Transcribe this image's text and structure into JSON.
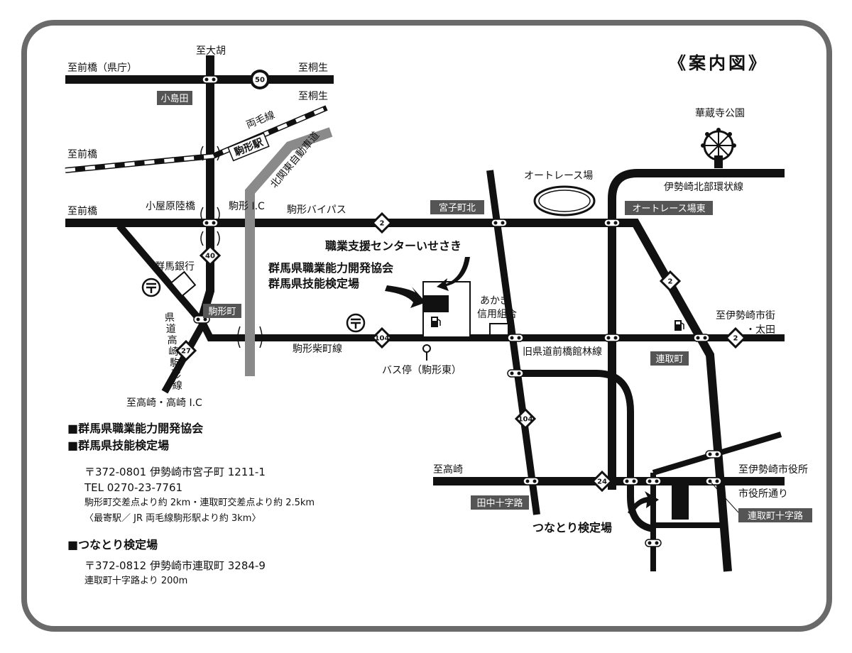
{
  "title": "《案内図》",
  "map_labels": {
    "to_maebashi_kencho": "至前橋（県庁）",
    "to_ogo": "至大胡",
    "to_kiryu_1": "至桐生",
    "to_kiryu_2": "至桐生",
    "ryomo_line": "両毛線",
    "komagata_station": "駒形駅",
    "to_maebashi_1": "至前橋",
    "to_maebashi_2": "至前橋",
    "kitakanto_expressway": "北関東自動車道",
    "koyabarariku_bridge": "小屋原陸橋",
    "komagata_ic": "駒形 I.C",
    "komagata_bypass": "駒形バイパス",
    "miyakocho_kita": "宮子町北",
    "auto_race": "オートレース場",
    "auto_race_higashi": "オートレース場東",
    "kezouji_park": "華蔵寺公園",
    "isesaki_north_ring": "伊勢崎北部環状線",
    "kojima": "小島田",
    "gunma_bank": "群馬銀行",
    "komagata_cho": "駒形町",
    "kendo_line": "県道高崎駒形線",
    "to_takasaki_ic": "至高崎・高崎 I.C",
    "komagata_shiba_line": "駒形柴町線",
    "bus_stop": "バス停（駒形東）",
    "shokugyo_center": "職業支援センターいせさき",
    "kyokai": "群馬県職業能力開発協会",
    "kentei": "群馬県技能検定場",
    "akagi_1": "あかぎ",
    "akagi_2": "信用組合",
    "old_road": "旧県道前橋館林線",
    "to_isesaki_city": "至伊勢崎市街",
    "ota": "・太田",
    "renshoricho": "連取町",
    "to_takasaki": "至高崎",
    "tanaka_crossing": "田中十字路",
    "to_city_hall": "至伊勢崎市役所",
    "city_hall_street": "市役所通り",
    "renshoricho_crossing": "連取町十字路",
    "tsunatori": "つなとり検定場"
  },
  "shields": {
    "r50": "50",
    "r2_a": "2",
    "r2_b": "2",
    "r2_c": "2",
    "r40": "40",
    "r27": "27",
    "r104_a": "104",
    "r104_b": "104",
    "r24": "24"
  },
  "info": {
    "org1": "■群馬県職業能力開発協会",
    "org2": "■群馬県技能検定場",
    "org_zip": "〒372-0801 伊勢崎市宮子町 1211-1",
    "org_tel": "TEL 0270-23-7761",
    "org_note1": "駒形町交差点より約 2km・連取町交差点より約 2.5km",
    "org_note2": "〈最寄駅／ JR 両毛線駒形駅より約 3km〉",
    "tsunatori_title": "■つなとり検定場",
    "tsunatori_zip": "〒372-0812 伊勢崎市連取町 3284-9",
    "tsunatori_note": "連取町十字路より 200m"
  },
  "colors": {
    "road": "#111111",
    "expressway": "#8a8a8a",
    "tag_bg": "#555555",
    "frame": "#6a6a6a"
  }
}
